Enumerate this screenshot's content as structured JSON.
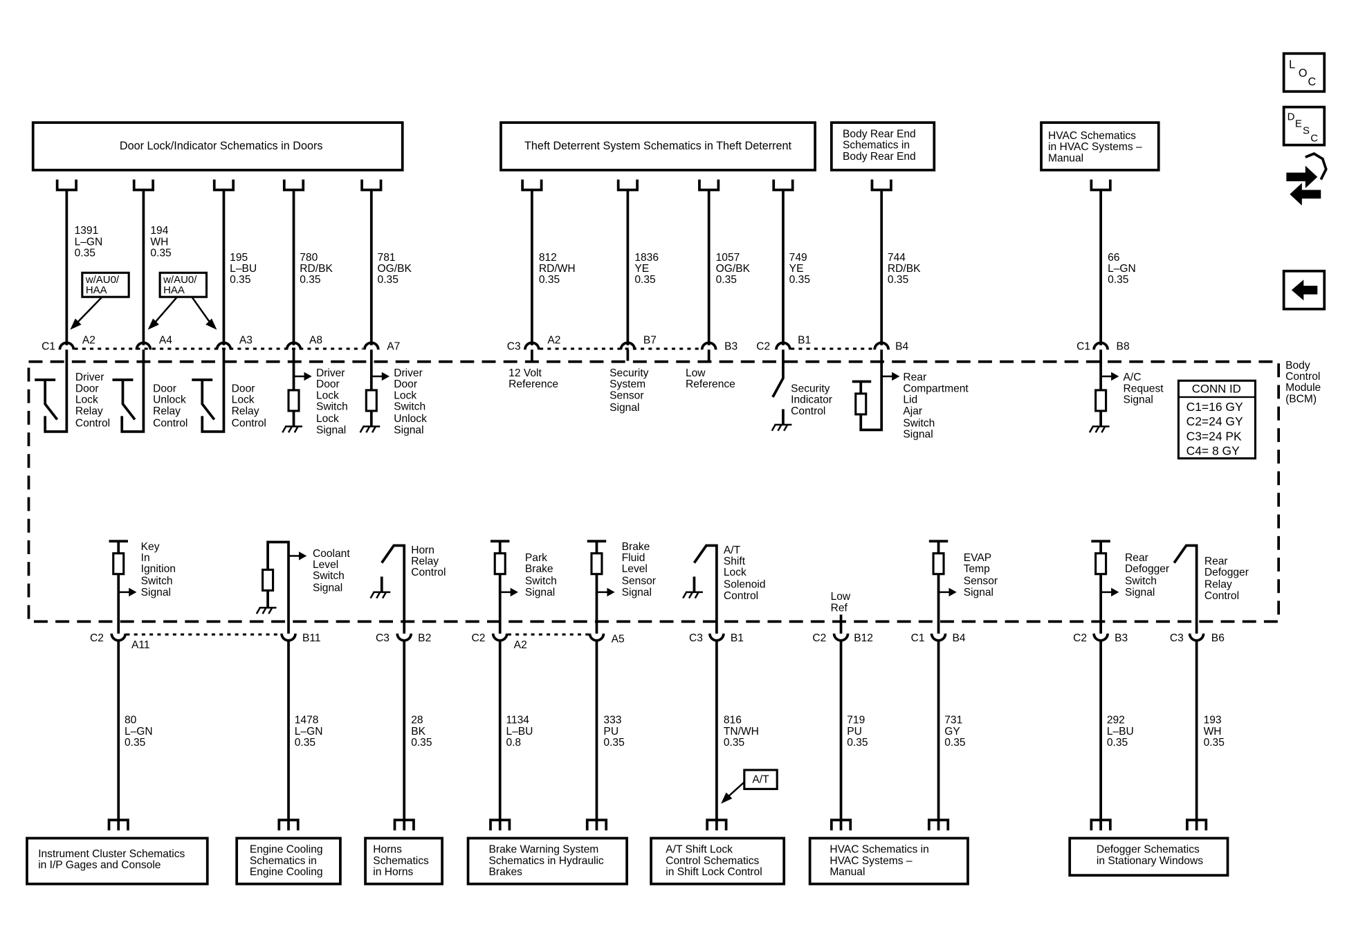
{
  "top_boxes": {
    "door_lock": "Door Lock/Indicator Schematics in Doors",
    "theft": "Theft Deterrent System Schematics in Theft Deterrent",
    "body_rear": [
      "Body Rear End",
      "Schematics in",
      "Body Rear End"
    ],
    "hvac_top": [
      "HVAC Schematics",
      "in HVAC Systems –",
      "Manual"
    ]
  },
  "bottom_boxes": {
    "instrument": [
      "Instrument Cluster Schematics",
      "in I/P Gages and Console"
    ],
    "engine_cooling": [
      "Engine Cooling",
      "Schematics in",
      "Engine Cooling"
    ],
    "horns": [
      "Horns",
      "Schematics",
      "in Horns"
    ],
    "brake": [
      "Brake Warning System",
      "Schematics in Hydraulic",
      "Brakes"
    ],
    "shift_lock": [
      "A/T Shift Lock",
      "Control Schematics",
      "in Shift Lock Control"
    ],
    "hvac_bottom": [
      "HVAC Schematics in",
      "HVAC Systems –",
      "Manual"
    ],
    "defogger": [
      "Defogger Schematics",
      "in Stationary Windows"
    ]
  },
  "options": {
    "au0_haa_1": [
      "w/AU0/",
      "HAA"
    ],
    "au0_haa_2": [
      "w/AU0/",
      "HAA"
    ],
    "at": "A/T"
  },
  "module": {
    "name": [
      "Body",
      "Control",
      "Module",
      "(BCM)"
    ]
  },
  "conn_id": {
    "title": "CONN ID",
    "rows": [
      "C1=16 GY",
      "C2=24 GY",
      "C3=24 PK",
      "C4=  8 GY"
    ]
  },
  "top_wires": [
    {
      "circuit": [
        "1391",
        "L–GN",
        "0.35"
      ],
      "conn": "C1",
      "pin": "A2",
      "func": [
        "Driver",
        "Door",
        "Lock",
        "Relay",
        "Control"
      ]
    },
    {
      "circuit": [
        "194",
        "WH",
        "0.35"
      ],
      "conn": "",
      "pin": "A4",
      "func": [
        "Door",
        "Unlock",
        "Relay",
        "Control"
      ]
    },
    {
      "circuit": [
        "195",
        "L–BU",
        "0.35"
      ],
      "conn": "",
      "pin": "A3",
      "func": [
        "Door",
        "Lock",
        "Relay",
        "Control"
      ]
    },
    {
      "circuit": [
        "780",
        "RD/BK",
        "0.35"
      ],
      "conn": "",
      "pin": "A8",
      "func": [
        "Driver",
        "Door",
        "Lock",
        "Switch",
        "Lock",
        "Signal"
      ]
    },
    {
      "circuit": [
        "781",
        "OG/BK",
        "0.35"
      ],
      "conn": "",
      "pin": "A7",
      "func": [
        "Driver",
        "Door",
        "Lock",
        "Switch",
        "Unlock",
        "Signal"
      ]
    },
    {
      "circuit": [
        "812",
        "RD/WH",
        "0.35"
      ],
      "conn": "C3",
      "pin": "A2",
      "func": [
        "12 Volt",
        "Reference"
      ]
    },
    {
      "circuit": [
        "1836",
        "YE",
        "0.35"
      ],
      "conn": "",
      "pin": "B7",
      "func": [
        "Security",
        "System",
        "Sensor",
        "Signal"
      ]
    },
    {
      "circuit": [
        "1057",
        "OG/BK",
        "0.35"
      ],
      "conn": "",
      "pin": "B3",
      "func": [
        "Low",
        "Reference"
      ]
    },
    {
      "circuit": [
        "749",
        "YE",
        "0.35"
      ],
      "conn": "C2",
      "pin": "B1",
      "func": [
        "Security",
        "Indicator",
        "Control"
      ]
    },
    {
      "circuit": [
        "744",
        "RD/BK",
        "0.35"
      ],
      "conn": "",
      "pin": "B4",
      "func": [
        "Rear",
        "Compartment",
        "Lid",
        "Ajar",
        "Switch",
        "Signal"
      ]
    },
    {
      "circuit": [
        "66",
        "L–GN",
        "0.35"
      ],
      "conn": "C1",
      "pin": "B8",
      "func": [
        "A/C",
        "Request",
        "Signal"
      ]
    }
  ],
  "bottom_wires": [
    {
      "circuit": [
        "80",
        "L–GN",
        "0.35"
      ],
      "conn": "C2",
      "pin": "A11",
      "func": [
        "Key",
        "In",
        "Ignition",
        "Switch",
        "Signal"
      ]
    },
    {
      "circuit": [
        "1478",
        "L–GN",
        "0.35"
      ],
      "conn": "",
      "pin": "B11",
      "func": [
        "Coolant",
        "Level",
        "Switch",
        "Signal"
      ]
    },
    {
      "circuit": [
        "28",
        "BK",
        "0.35"
      ],
      "conn": "C3",
      "pin": "B2",
      "func": [
        "Horn",
        "Relay",
        "Control"
      ]
    },
    {
      "circuit": [
        "1134",
        "L–BU",
        "0.8"
      ],
      "conn": "C2",
      "pin": "A2",
      "func": [
        "Park",
        "Brake",
        "Switch",
        "Signal"
      ]
    },
    {
      "circuit": [
        "333",
        "PU",
        "0.35"
      ],
      "conn": "",
      "pin": "A5",
      "func": [
        "Brake",
        "Fluid",
        "Level",
        "Sensor",
        "Signal"
      ]
    },
    {
      "circuit": [
        "816",
        "TN/WH",
        "0.35"
      ],
      "conn": "C3",
      "pin": "B1",
      "func": [
        "A/T",
        "Shift",
        "Lock",
        "Solenoid",
        "Control"
      ]
    },
    {
      "circuit": [
        "719",
        "PU",
        "0.35"
      ],
      "conn": "C2",
      "pin": "B12",
      "func": [
        "Low",
        "Ref"
      ]
    },
    {
      "circuit": [
        "731",
        "GY",
        "0.35"
      ],
      "conn": "C1",
      "pin": "B4",
      "func": [
        "EVAP",
        "Temp",
        "Sensor",
        "Signal"
      ]
    },
    {
      "circuit": [
        "292",
        "L–BU",
        "0.35"
      ],
      "conn": "C2",
      "pin": "B3",
      "func": [
        "Rear",
        "Defogger",
        "Switch",
        "Signal"
      ]
    },
    {
      "circuit": [
        "193",
        "WH",
        "0.35"
      ],
      "conn": "C3",
      "pin": "B6",
      "func": [
        "Rear",
        "Defogger",
        "Relay",
        "Control"
      ]
    }
  ],
  "nav": {
    "loc": [
      "L",
      "O",
      "C"
    ],
    "desc": [
      "D",
      "E",
      "S",
      "C"
    ],
    "connector_icon": "connector-icon",
    "back_icon": "back-arrow-icon"
  }
}
